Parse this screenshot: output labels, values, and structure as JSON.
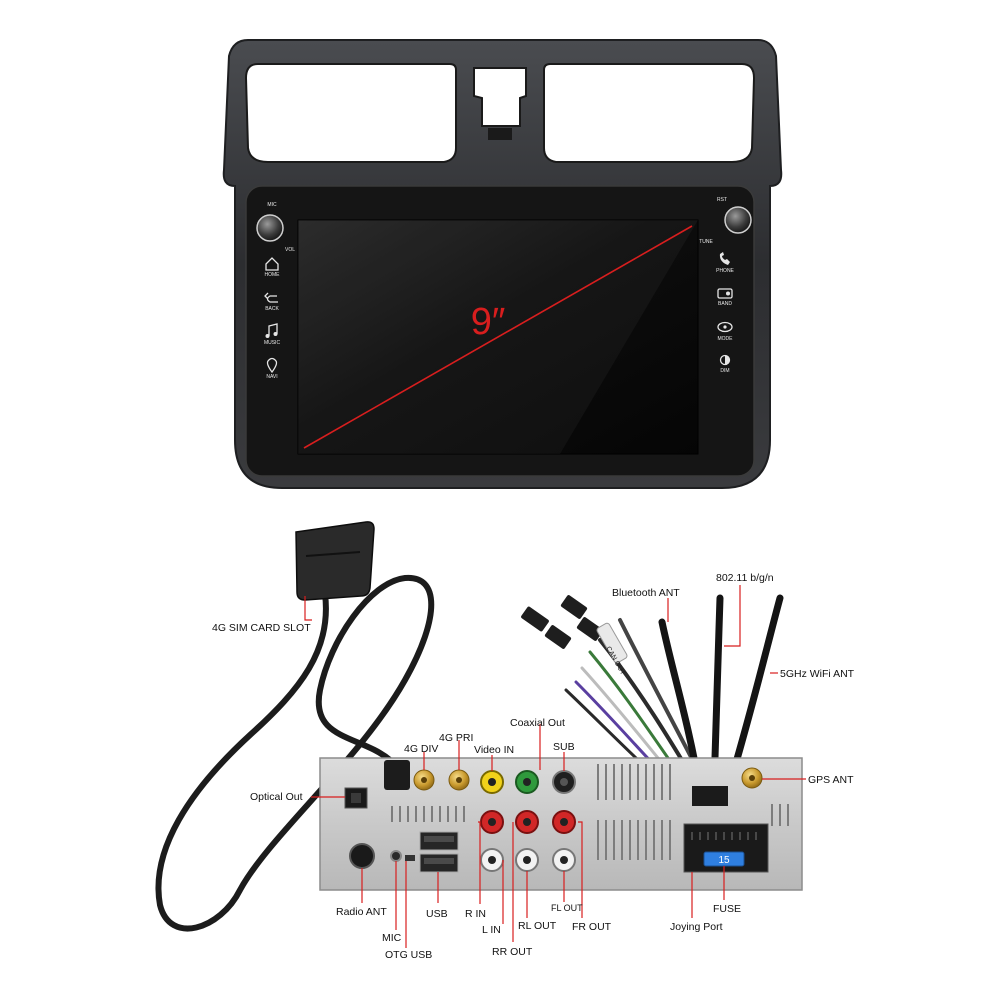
{
  "screen": {
    "size_label": "9″",
    "left_buttons": [
      {
        "label": "MIC",
        "icon": "mic-icon"
      },
      {
        "label": "VOL",
        "icon": "volume-knob-icon"
      },
      {
        "label": "HOME",
        "icon": "home-icon"
      },
      {
        "label": "BACK",
        "icon": "back-icon"
      },
      {
        "label": "MUSIC",
        "icon": "music-icon"
      },
      {
        "label": "NAVI",
        "icon": "navi-icon"
      }
    ],
    "right_buttons": [
      {
        "label": "RST",
        "icon": "reset-icon"
      },
      {
        "label": "TUNE",
        "icon": "tune-knob-icon"
      },
      {
        "label": "PHONE",
        "icon": "phone-icon"
      },
      {
        "label": "BAND",
        "icon": "band-icon"
      },
      {
        "label": "MODE",
        "icon": "mode-icon"
      },
      {
        "label": "DIM",
        "icon": "dim-icon"
      }
    ],
    "accent_color": "#d81e1e"
  },
  "unit": {
    "fuse_value": "15",
    "harness_tag": "CAN OUT"
  },
  "labels": {
    "sim_slot": "4G SIM CARD SLOT",
    "bluetooth_ant": "Bluetooth ANT",
    "wifi_24": "802.11 b/g/n",
    "wifi_5": "5GHz WiFi ANT",
    "coaxial_out": "Coaxial Out",
    "pri_4g": "4G PRI",
    "div_4g": "4G DIV",
    "video_in": "Video IN",
    "sub": "SUB",
    "optical_out": "Optical Out",
    "gps_ant": "GPS ANT",
    "radio_ant": "Radio ANT",
    "mic": "MIC",
    "otg_usb": "OTG USB",
    "usb": "USB",
    "r_in": "R IN",
    "l_in": "L IN",
    "rl_out": "RL OUT",
    "rr_out": "RR OUT",
    "fl_out": "FL OUT",
    "fr_out": "FR OUT",
    "joying_port": "Joying Port",
    "fuse": "FUSE"
  }
}
